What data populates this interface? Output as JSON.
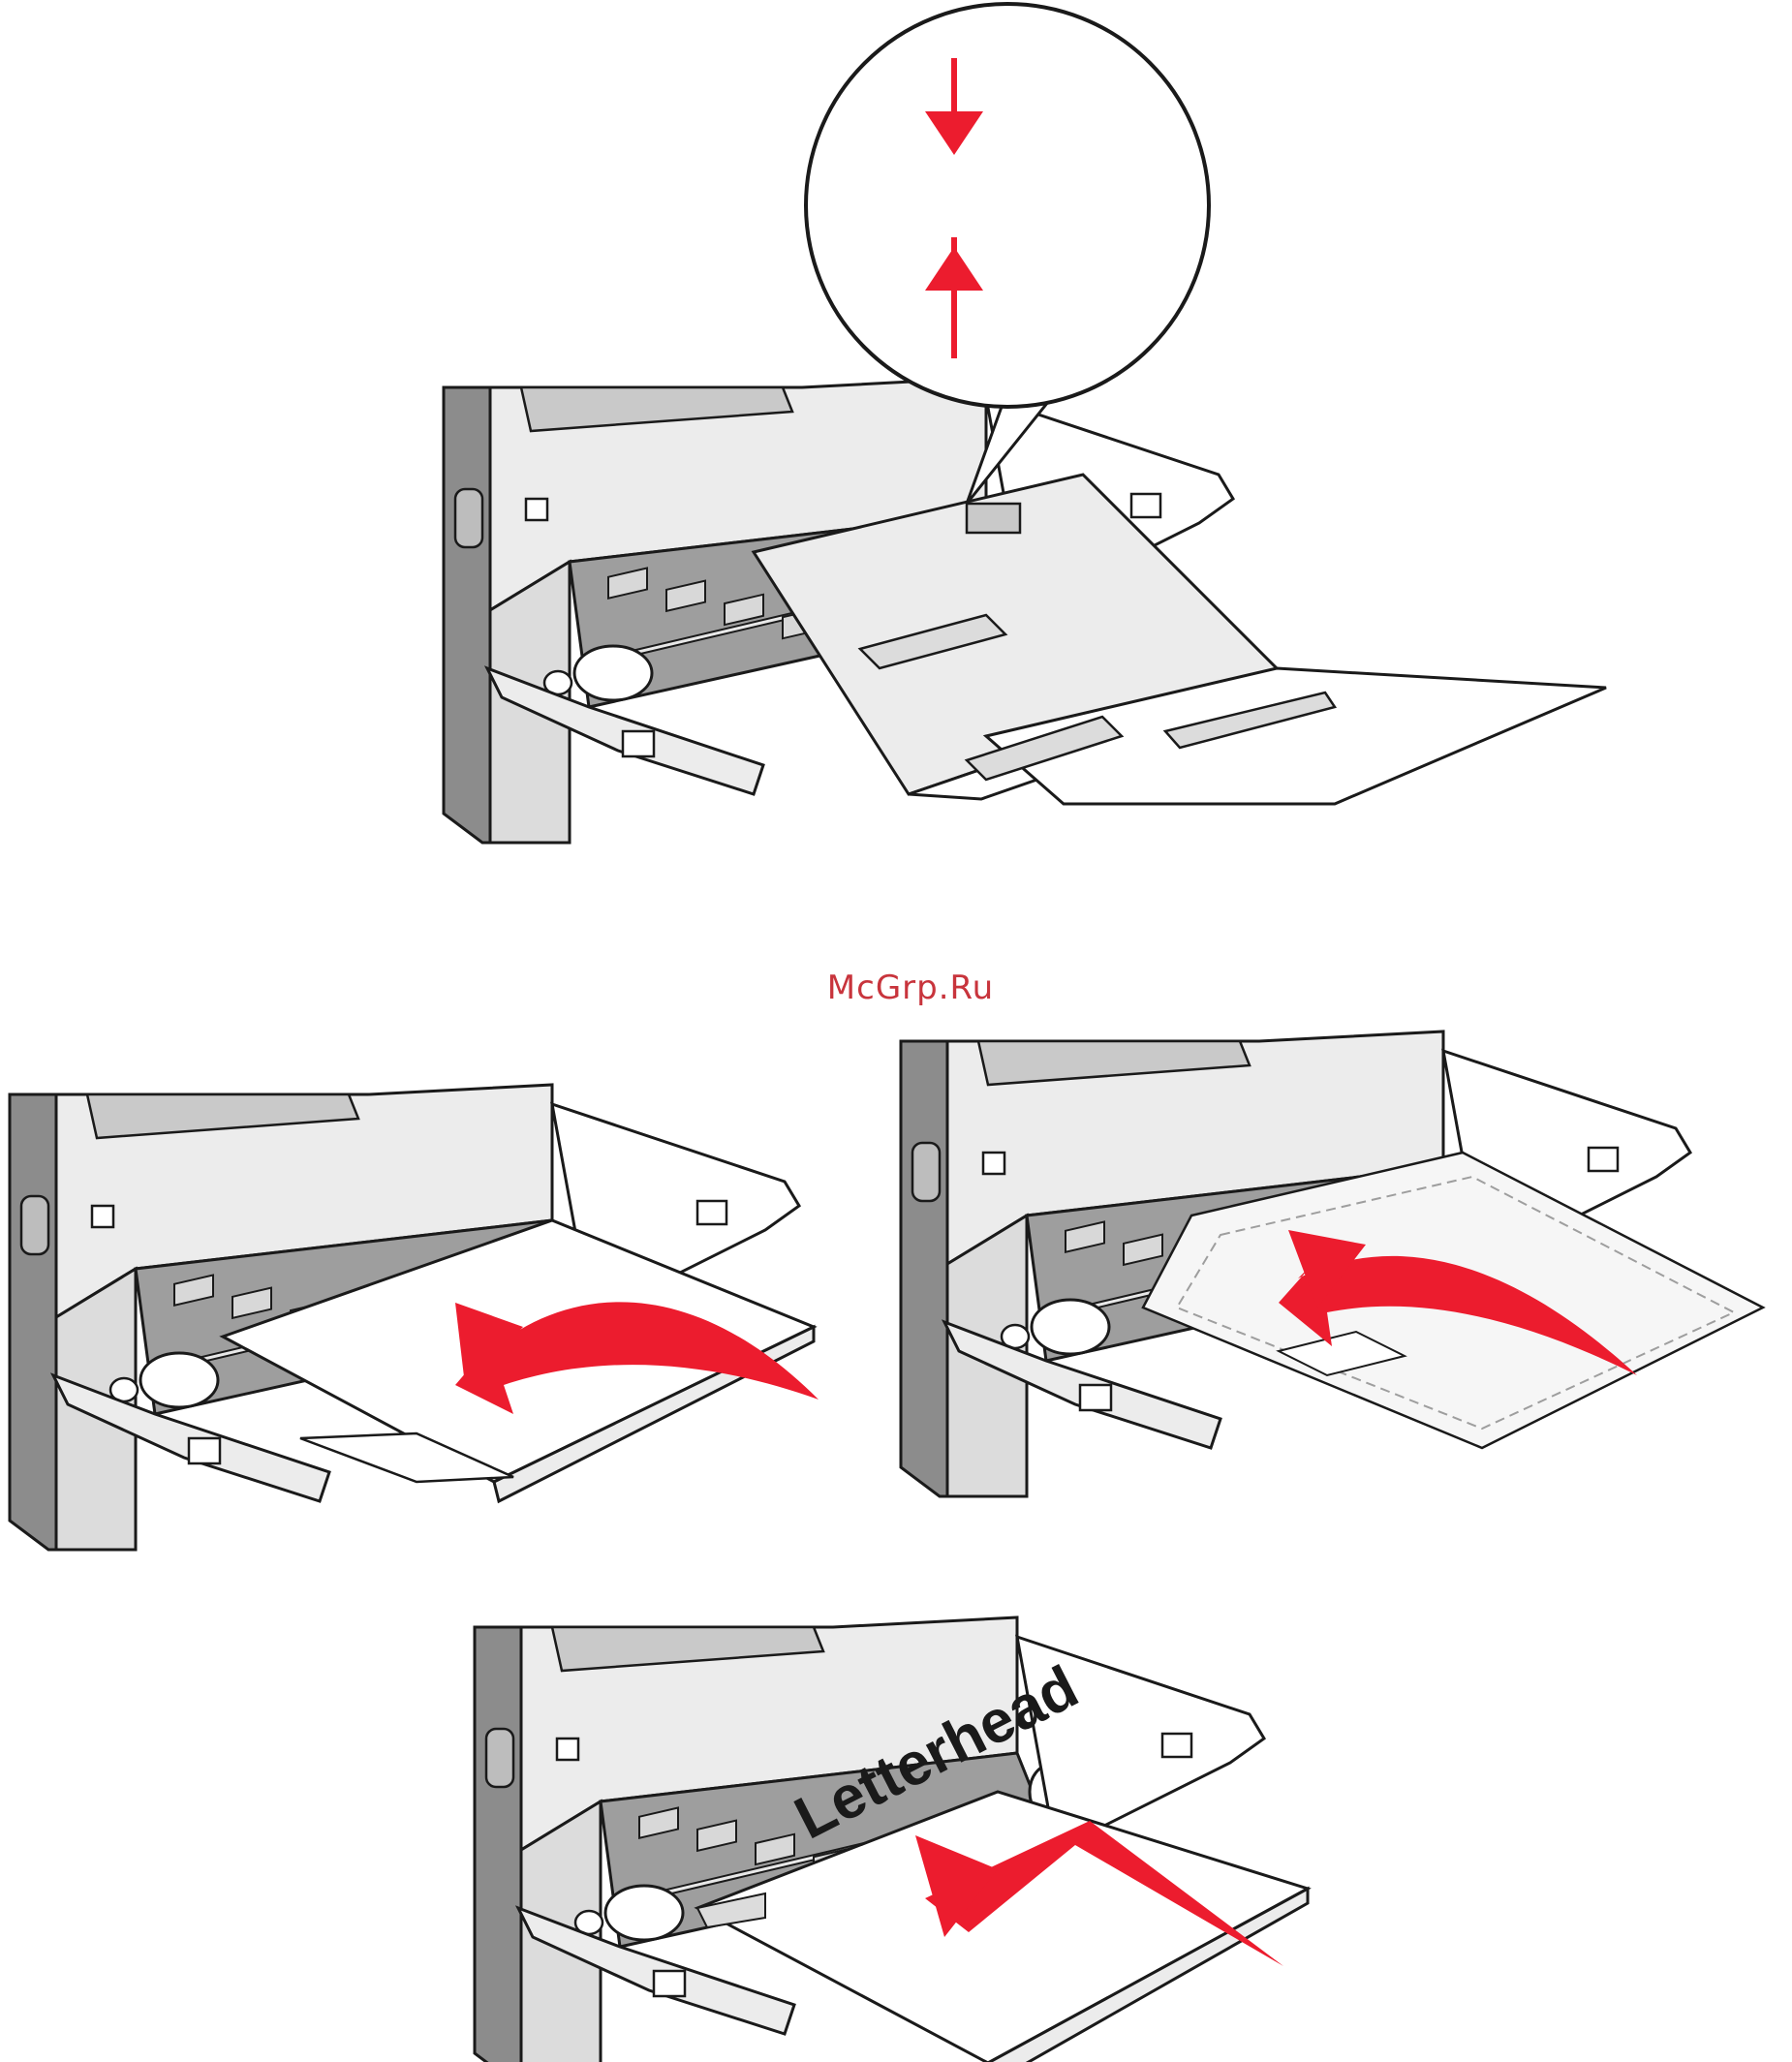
{
  "watermark": {
    "text": "McGrp.Ru"
  },
  "letterhead_label": "Letterhead",
  "colors": {
    "body_gray": "#8c8c8c",
    "panel_light": "#ececec",
    "panel_mid": "#c9c9c9",
    "line": "#1a1a1a",
    "arrow_red": "#ec1c2e",
    "paper": "#ffffff",
    "envelope_glow": "#f2f2f2"
  },
  "panels": [
    {
      "id": "tray-guide-adjust",
      "arrow": "none",
      "callout": "magnified-width-guide"
    },
    {
      "id": "paper-load",
      "arrow": "curved-in",
      "media": "paper-stack"
    },
    {
      "id": "envelope-load",
      "arrow": "curved-in",
      "media": "envelope-stack"
    },
    {
      "id": "letterhead-load",
      "arrow": "straight-in",
      "media": "letterhead"
    }
  ]
}
